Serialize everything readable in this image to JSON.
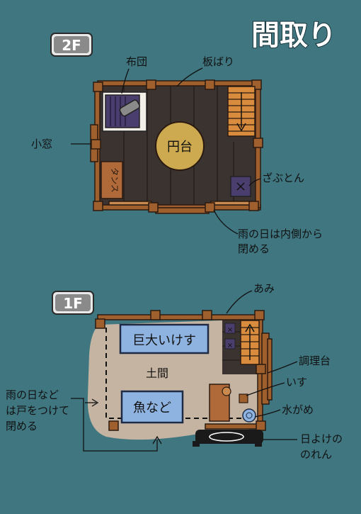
{
  "title": "間取り",
  "floors": {
    "second": {
      "badge": "2F",
      "table": "円台",
      "tansu": "タンス",
      "labels": {
        "futon": "布団",
        "floorboards": "板ばり",
        "small_window": "小窓",
        "cushion": "ざぶとん",
        "rain_note_line1": "雨の日は内側から",
        "rain_note_line2": "閉める"
      }
    },
    "first": {
      "badge": "1F",
      "tank": "巨大いけす",
      "fish": "魚など",
      "doma": "土間",
      "labels": {
        "net": "あみ",
        "counter": "調理台",
        "chair": "いす",
        "water_jar": "水がめ",
        "curtain_line1": "日よけの",
        "curtain_line2": "のれん",
        "rain_door_line1": "雨の日など",
        "rain_door_line2": "は戸をつけて",
        "rain_door_line3": "閉める"
      }
    }
  },
  "colors": {
    "background": "#3f7680",
    "wood_wall": "#a0602d",
    "wood_dark": "#3b3330",
    "doma": "#c6b4a2",
    "tank": "#8fb3e0",
    "table": "#cda94f",
    "futon": "#4a3e6e"
  }
}
